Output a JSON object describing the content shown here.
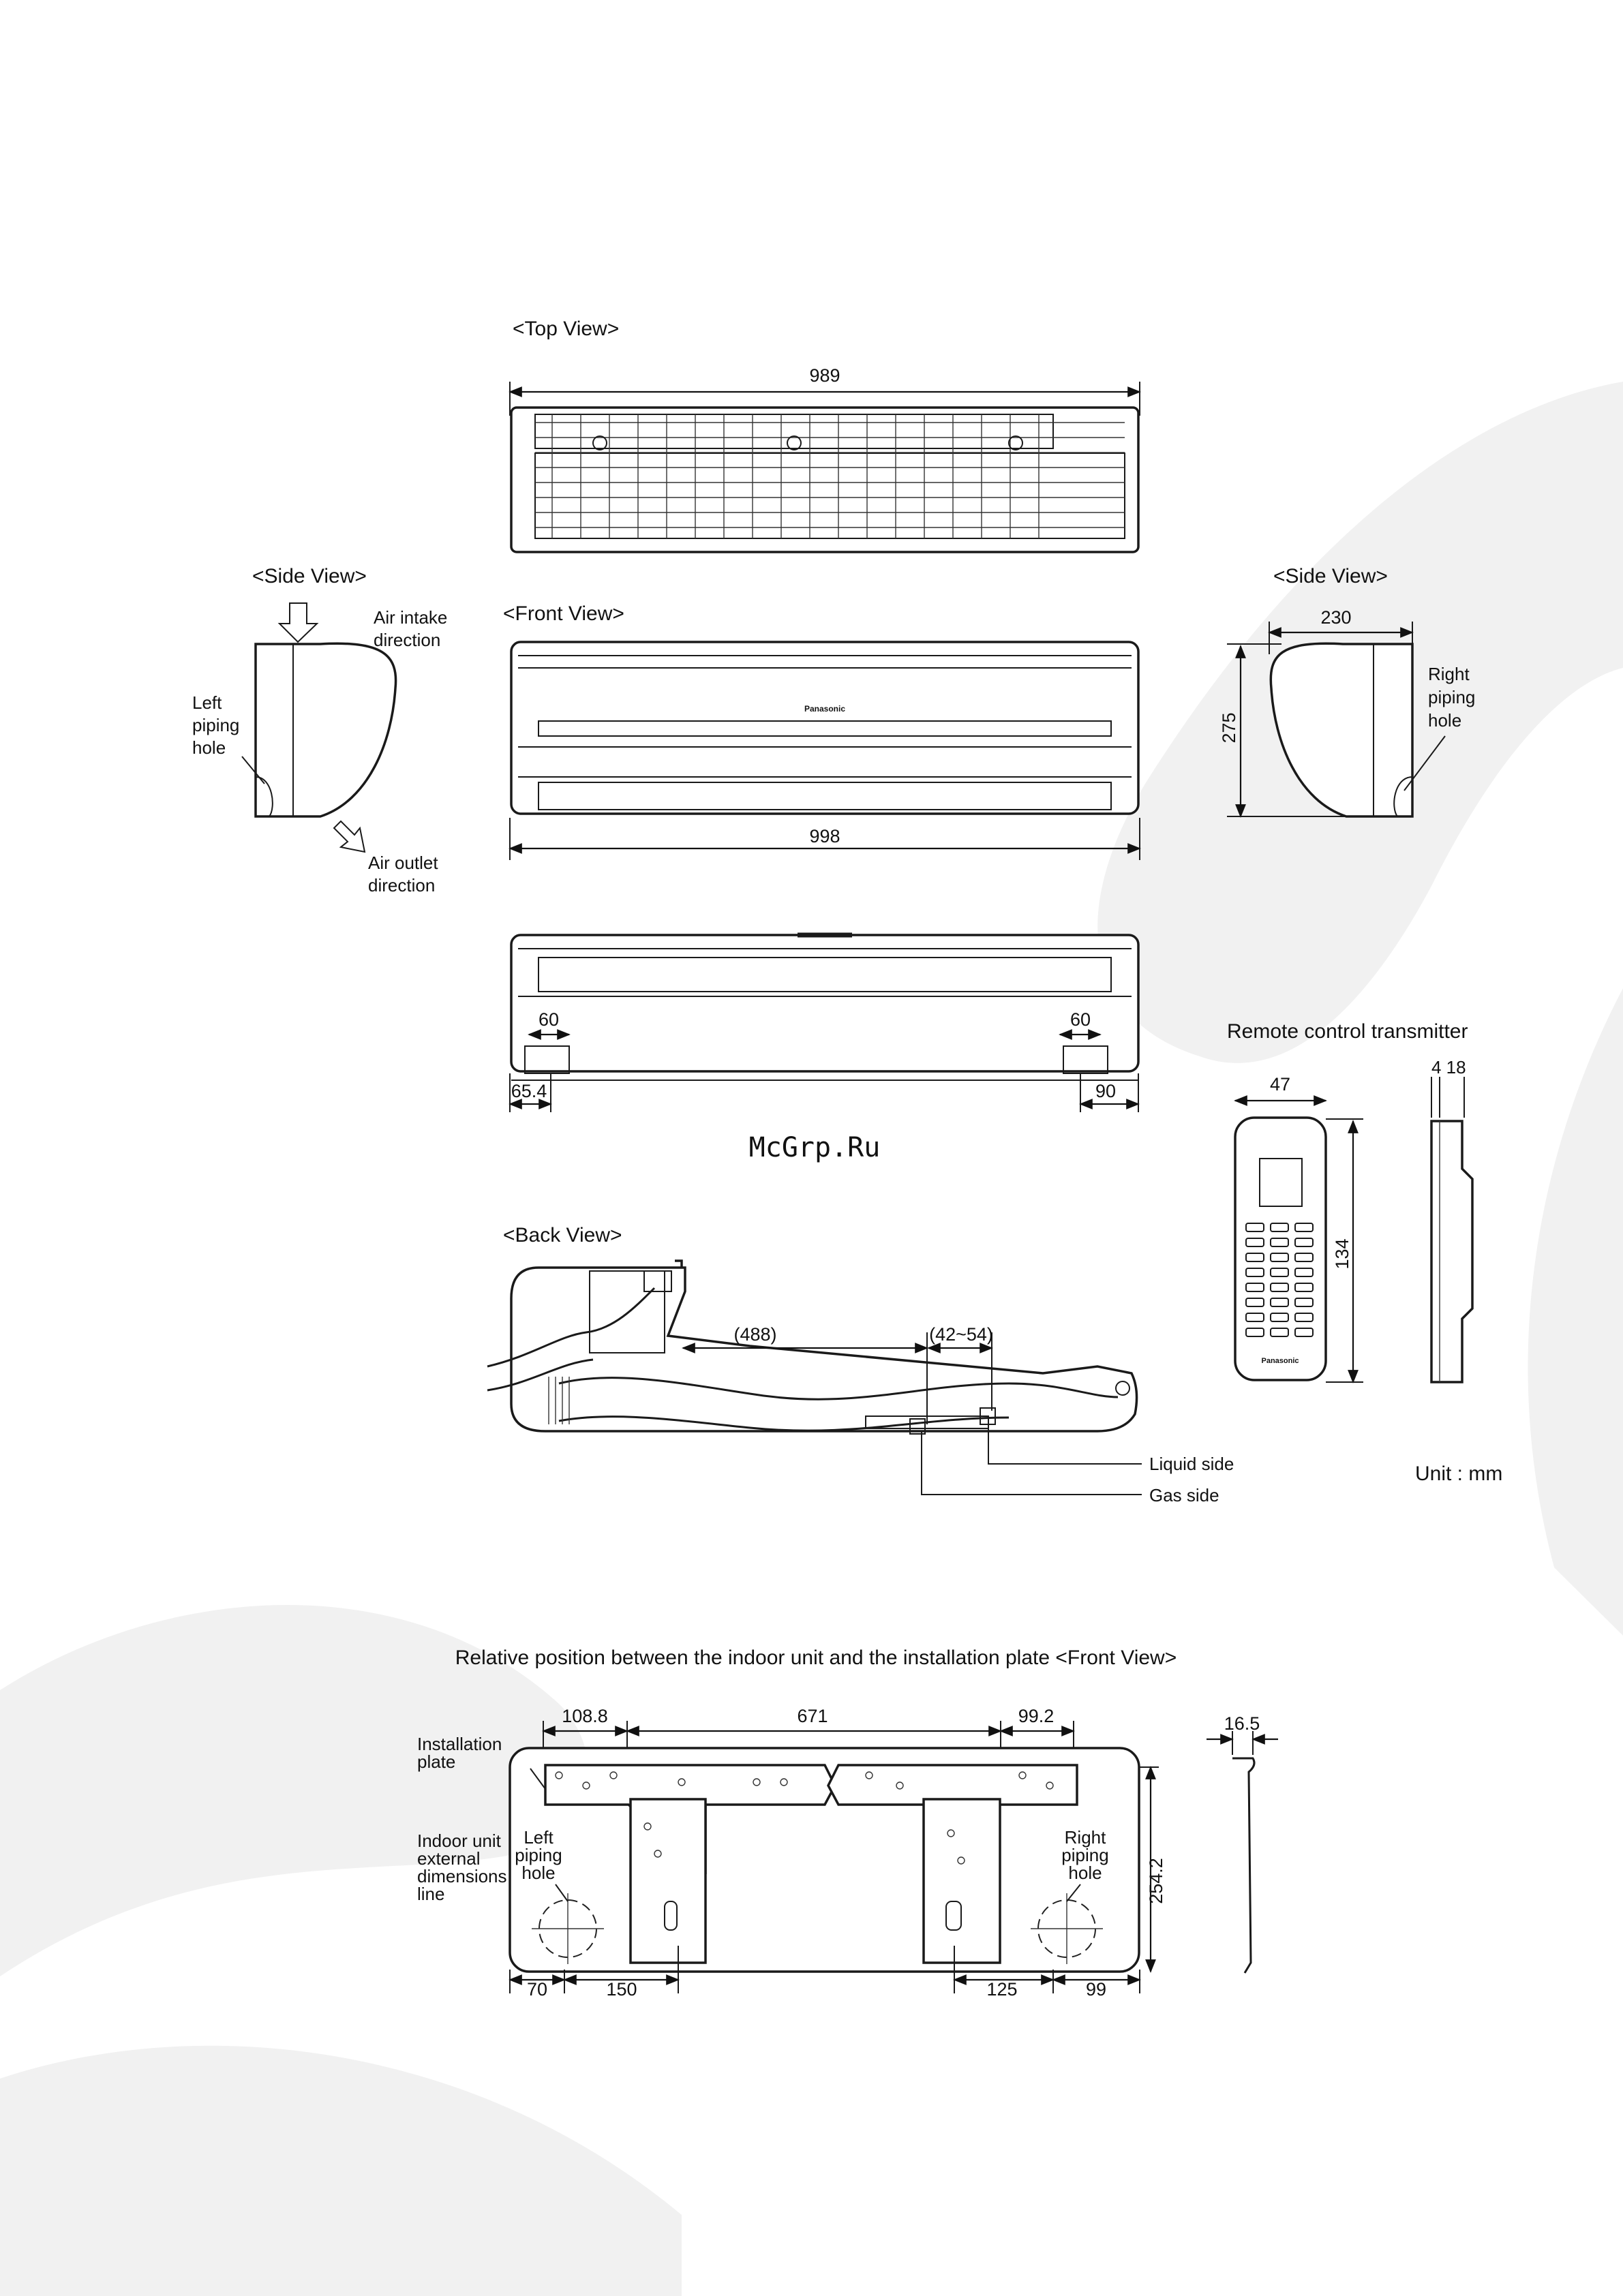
{
  "watermark": {
    "text": "McGrp.Ru",
    "color": "#d11a1a"
  },
  "colors": {
    "line": "#1a1a1a",
    "background": "#ffffff",
    "watermark_swirl": "#f1f1f1"
  },
  "views": {
    "top": {
      "title": "<Top View>",
      "width_dim": "989"
    },
    "front": {
      "title": "<Front View>",
      "width_dim": "998",
      "brand": "Panasonic"
    },
    "side_left": {
      "title": "<Side View>",
      "air_intake": [
        "Air intake",
        "direction"
      ],
      "air_outlet": [
        "Air outlet",
        "direction"
      ],
      "left_piping": [
        "Left",
        "piping",
        "hole"
      ]
    },
    "side_right": {
      "title": "<Side View>",
      "depth_dim": "230",
      "height_dim": "275",
      "right_piping": [
        "Right",
        "piping",
        "hole"
      ]
    },
    "bottom": {
      "dim_left_top": "60",
      "dim_right_top": "60",
      "dim_left_bottom": "65.4",
      "dim_right_bottom": "90"
    },
    "back": {
      "title": "<Back View>",
      "dim_pipe": "(488)",
      "dim_range": "(42~54)",
      "liquid_side": "Liquid side",
      "gas_side": "Gas side"
    },
    "remote": {
      "title": "Remote control transmitter",
      "width_dim": "47",
      "height_dim": "134",
      "depth_dims": "4 18",
      "brand": "Panasonic"
    },
    "unit": "Unit : mm"
  },
  "installation": {
    "title": "Relative position between the indoor unit and the installation plate <Front View>",
    "top_dims": [
      "108.8",
      "671",
      "99.2"
    ],
    "side_dim": "254.2",
    "edge_dim": "16.5",
    "bottom_dims": [
      "70",
      "150",
      "125",
      "99"
    ],
    "installation_plate": [
      "Installation",
      "plate"
    ],
    "external_line": [
      "Indoor unit",
      "external",
      "dimensions",
      "line"
    ],
    "left_piping": [
      "Left",
      "piping",
      "hole"
    ],
    "right_piping": [
      "Right",
      "piping",
      "hole"
    ]
  }
}
